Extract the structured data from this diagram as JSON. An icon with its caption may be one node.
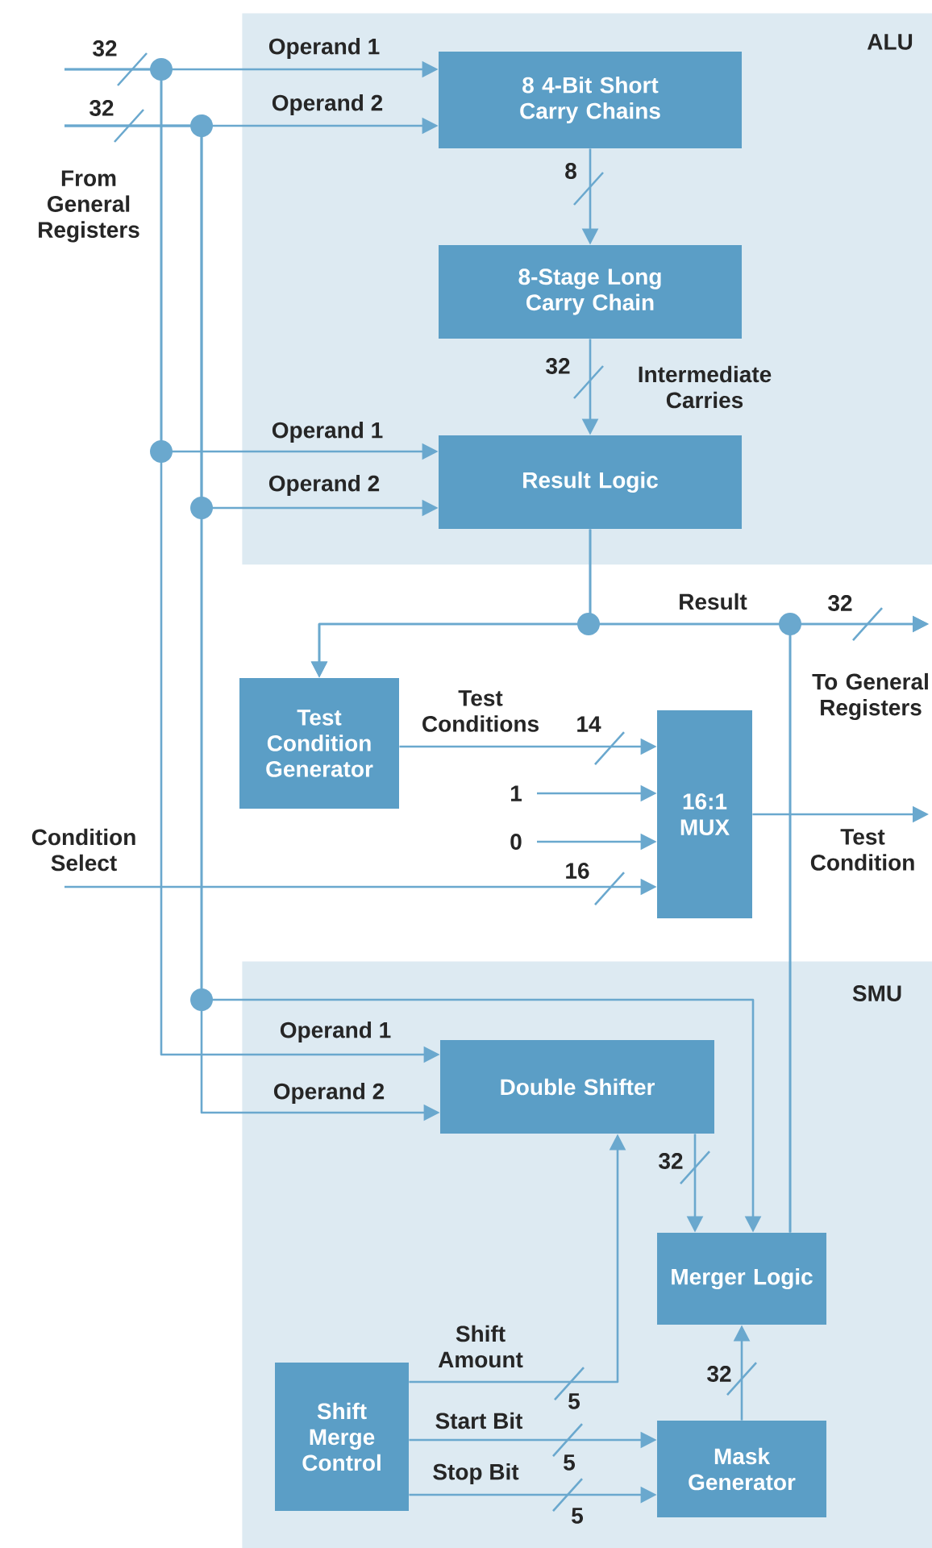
{
  "diagram": {
    "nodes": [
      {
        "text": [
          "ALU"
        ]
      },
      {
        "text": [
          "8 4-Bit Short Carry Chains"
        ],
        "in": 0
      },
      {
        "text": [
          "8-Stage Long Carry Chain"
        ],
        "in": 0
      },
      {
        "text": [
          "Result Logic"
        ],
        "in": 0
      },
      {
        "text": [
          "Test Condition Generator"
        ]
      },
      {
        "text": [
          "16:1 MUX"
        ]
      },
      {
        "text": [
          "SMU"
        ]
      },
      {
        "text": [
          "Double Shifter"
        ],
        "in": 6
      },
      {
        "text": [
          "Merger Logic"
        ],
        "in": 6
      },
      {
        "text": [
          "Shift Merge Control"
        ],
        "in": 6
      },
      {
        "text": [
          "Mask Generator"
        ],
        "in": 6
      }
    ],
    "edges": [
      {
        "from": null,
        "to": 1,
        "arrow": "to",
        "label": "Operand 1"
      },
      {
        "from": null,
        "to": 3,
        "arrow": "to",
        "label": "Operand 1"
      },
      {
        "from": null,
        "to": 7,
        "arrow": "to",
        "label": "Operand 1"
      },
      {
        "from": null,
        "to": 1,
        "arrow": "to",
        "label": "Operand 2"
      },
      {
        "from": null,
        "to": 3,
        "arrow": "to",
        "label": "Operand 2"
      },
      {
        "from": null,
        "to": 7,
        "arrow": "to",
        "label": "Operand 2"
      },
      {
        "from": null,
        "to": 8,
        "arrow": "to"
      },
      {
        "from": 1,
        "to": 2,
        "arrow": "to"
      },
      {
        "from": 2,
        "to": 3,
        "arrow": "to",
        "label": "Intermediate Carries"
      },
      {
        "from": 3,
        "to": 4,
        "arrow": "to"
      },
      {
        "from": 3,
        "to": null,
        "arrow": "to",
        "label": "Result"
      },
      {
        "from": 8,
        "to": null,
        "arrow": "to"
      },
      {
        "from": 8,
        "to": 4,
        "arrow": "to"
      },
      {
        "from": 4,
        "to": 5,
        "arrow": "to",
        "label": "Test Conditions"
      },
      {
        "from": null,
        "to": 5,
        "arrow": "to",
        "label": "1"
      },
      {
        "from": null,
        "to": 5,
        "arrow": "to",
        "label": "0"
      },
      {
        "from": null,
        "to": 5,
        "arrow": "to",
        "label": "Condition Select"
      },
      {
        "from": 5,
        "to": null,
        "arrow": "to",
        "label": "Test Condition"
      },
      {
        "from": 7,
        "to": 8,
        "arrow": "to"
      },
      {
        "from": 9,
        "to": 7,
        "arrow": "to",
        "label": "Shift Amount"
      },
      {
        "from": 9,
        "to": 10,
        "arrow": "to",
        "label": "Start Bit"
      },
      {
        "from": 9,
        "to": 10,
        "arrow": "to",
        "label": "Stop Bit"
      },
      {
        "from": 10,
        "to": 8,
        "arrow": "to"
      }
    ],
    "labels": [
      "32",
      "32",
      "From General Registers",
      "8",
      "32",
      "32",
      "To General Registers",
      "14",
      "16",
      "32",
      "32",
      "5",
      "5",
      "5"
    ]
  }
}
